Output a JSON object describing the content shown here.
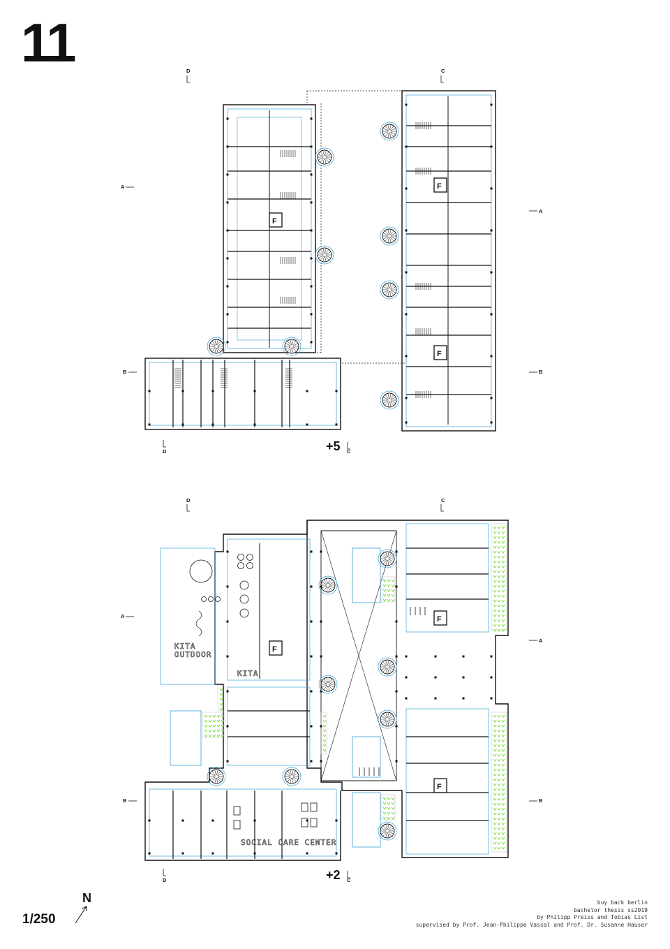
{
  "sheet": {
    "number": "11",
    "scale": "1/250",
    "north": "N"
  },
  "credits": {
    "line1": "buy back berlin",
    "line2": "bachelor thesis ss2019",
    "line3": "by Philipp Preiss and Tobias List",
    "line4": "supervised by Prof. Jean-Philippe Vassal and Prof. Dr. Susanne Hauser"
  },
  "upper_plan": {
    "level": "+5",
    "sections": {
      "a": "A",
      "b": "B",
      "c": "C",
      "d": "D"
    },
    "stair_label": "F"
  },
  "lower_plan": {
    "level": "+2",
    "sections": {
      "a": "A",
      "b": "B",
      "c": "C",
      "d": "D"
    },
    "stair_label": "F",
    "rooms": {
      "kita_outdoor_1": "KITA",
      "kita_outdoor_2": "OUTDOOR",
      "kita": "KITA",
      "social": "SOCIAL CARE CENTER"
    }
  },
  "colors": {
    "ink": "#111111",
    "grid": "#3aa0d8",
    "green": "#7ddc3a"
  }
}
